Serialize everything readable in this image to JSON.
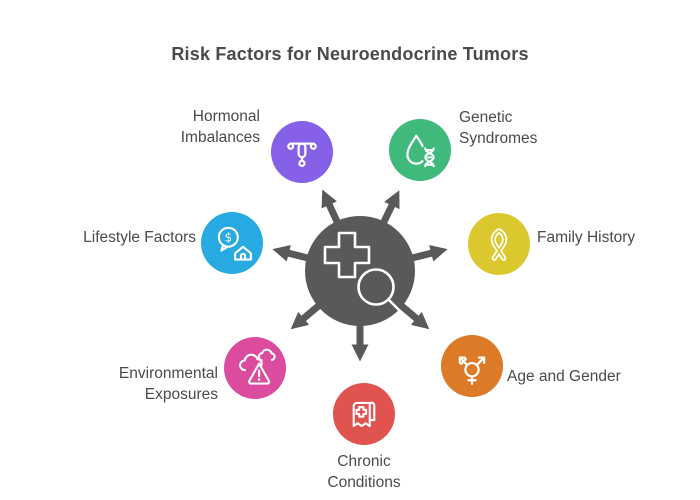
{
  "title": "Risk Factors for Neuroendocrine Tumors",
  "colors": {
    "hub": "#595959",
    "text": "#4a4a4a",
    "background": "#ffffff",
    "icon_stroke": "#ffffff"
  },
  "center": {
    "icon": "medical-cross-magnifier-icon"
  },
  "factors": [
    {
      "label": "Hormonal\nImbalances",
      "color": "#8661E8",
      "icon": "iud-hormone-icon",
      "position": "top-left"
    },
    {
      "label": "Genetic\nSyndromes",
      "color": "#3FB97C",
      "icon": "droplet-dna-icon",
      "position": "top-right"
    },
    {
      "label": "Lifestyle Factors",
      "color": "#27A9E1",
      "icon": "dollar-house-icon",
      "position": "left"
    },
    {
      "label": "Family History",
      "color": "#DBC72E",
      "icon": "awareness-ribbon-icon",
      "position": "right"
    },
    {
      "label": "Environmental\nExposures",
      "color": "#DC4C9E",
      "icon": "cloud-warning-icon",
      "position": "bottom-left"
    },
    {
      "label": "Age and Gender",
      "color": "#DD7A28",
      "icon": "transgender-symbol-icon",
      "position": "bottom-right"
    },
    {
      "label": "Chronic\nConditions",
      "color": "#E1534F",
      "icon": "medical-scroll-icon",
      "position": "bottom"
    }
  ]
}
